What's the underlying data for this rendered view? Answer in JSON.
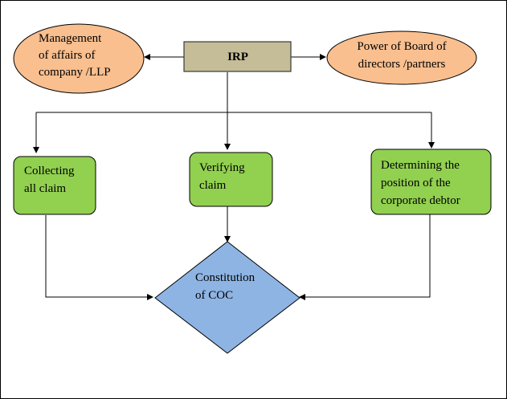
{
  "diagram": {
    "center": {
      "label": "IRP",
      "color": "#c4bd97"
    },
    "left_oval": {
      "lines": [
        "Management",
        "of affairs of",
        "company /LLP"
      ],
      "color": "#f9bf8f"
    },
    "right_oval": {
      "lines": [
        "Power of Board of",
        "directors /partners"
      ],
      "color": "#f9bf8f"
    },
    "box_left": {
      "lines": [
        "Collecting",
        "all claim"
      ],
      "color": "#92d050"
    },
    "box_middle": {
      "lines": [
        "Verifying",
        "claim"
      ],
      "color": "#92d050"
    },
    "box_right": {
      "lines": [
        "Determining the",
        "position of the",
        "corporate debtor"
      ],
      "color": "#92d050"
    },
    "diamond": {
      "lines": [
        "Constitution",
        "of COC"
      ],
      "color": "#8eb4e3"
    }
  }
}
